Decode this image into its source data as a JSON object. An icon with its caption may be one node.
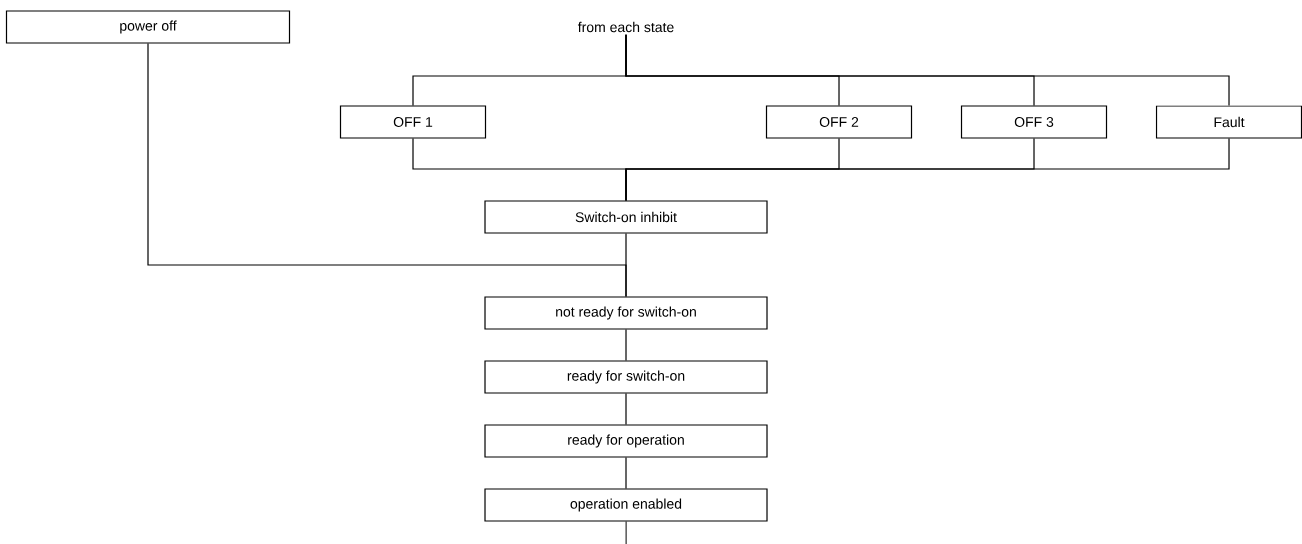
{
  "diagram": {
    "nodes": [
      {
        "text": [
          "power off"
        ]
      },
      {
        "text": [
          "from each state"
        ]
      },
      {
        "text": [
          "OFF 1"
        ]
      },
      {
        "text": [
          "OFF 2"
        ]
      },
      {
        "text": [
          "OFF 3"
        ]
      },
      {
        "text": [
          "Fault"
        ]
      },
      {
        "text": [
          "Switch-on inhibit"
        ]
      },
      {
        "text": [
          "not ready for switch-on"
        ]
      },
      {
        "text": [
          "ready for switch-on"
        ]
      },
      {
        "text": [
          "ready for operation"
        ]
      },
      {
        "text": [
          "operation enabled"
        ]
      }
    ],
    "edges": [
      {
        "from": 1,
        "to": 2,
        "arrow": "none"
      },
      {
        "from": 1,
        "to": 3,
        "arrow": "none"
      },
      {
        "from": 1,
        "to": 4,
        "arrow": "none"
      },
      {
        "from": 1,
        "to": 5,
        "arrow": "none"
      },
      {
        "from": 2,
        "to": 6,
        "arrow": "none"
      },
      {
        "from": 3,
        "to": 6,
        "arrow": "none"
      },
      {
        "from": 4,
        "to": 6,
        "arrow": "none"
      },
      {
        "from": 5,
        "to": 6,
        "arrow": "none"
      },
      {
        "from": 6,
        "to": 7,
        "arrow": "none"
      },
      {
        "from": 0,
        "to": 7,
        "arrow": "none"
      },
      {
        "from": 7,
        "to": 8,
        "arrow": "none"
      },
      {
        "from": 8,
        "to": 9,
        "arrow": "none"
      },
      {
        "from": 9,
        "to": 10,
        "arrow": "none"
      },
      {
        "from": 10,
        "to": null,
        "arrow": "none"
      }
    ]
  }
}
